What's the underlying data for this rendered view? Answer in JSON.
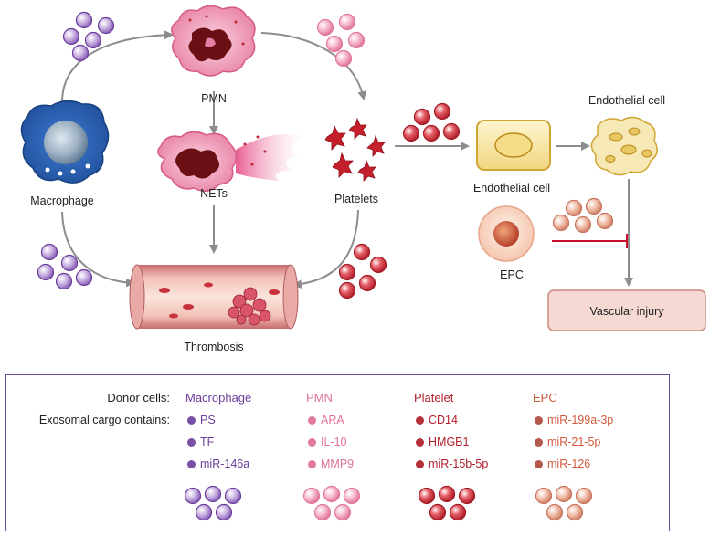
{
  "labels": {
    "pmn": "PMN",
    "macrophage": "Macrophage",
    "nets": "NETs",
    "platelets": "Platelets",
    "endothelial_cell_mid": "Endothelial cell",
    "endothelial_cell_top": "Endothelial cell",
    "epc": "EPC",
    "vascular_injury": "Vascular injury",
    "thrombosis": "Thrombosis"
  },
  "legend": {
    "donor_cells_label": "Donor cells:",
    "cargo_label": "Exosomal cargo contains:",
    "columns": [
      {
        "donor": "Macrophage",
        "color": "#6a3d9a",
        "dot": "#7a4fa8",
        "items": [
          "PS",
          "TF",
          "miR-146a"
        ]
      },
      {
        "donor": "PMN",
        "color": "#e0709a",
        "dot": "#e27aa0",
        "items": [
          "ARA",
          "IL-10",
          "MMP9"
        ]
      },
      {
        "donor": "Platelet",
        "color": "#b3202c",
        "dot": "#b5303a",
        "items": [
          "CD14",
          "HMGB1",
          "miR-15b-5p"
        ]
      },
      {
        "donor": "EPC",
        "color": "#d25a3c",
        "dot": "#b5584a",
        "items": [
          "miR-199a-3p",
          "miR-21-5p",
          "miR-126"
        ]
      }
    ]
  },
  "colors": {
    "arrow": "#8c8c8c",
    "inhibit": "#c8102e",
    "legend_border": "#6b4c9a",
    "vascular_box": "#f6d9d2",
    "macrophage_exo": "#b89bd4",
    "pmn_exo": "#f4a9c0",
    "platelet_exo": "#d23c42",
    "epc_exo": "#e6a894"
  }
}
